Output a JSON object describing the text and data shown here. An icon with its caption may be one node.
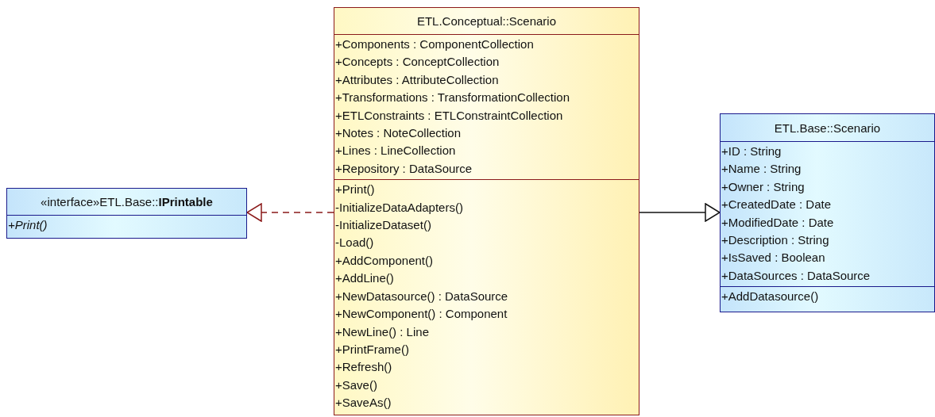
{
  "diagram": {
    "nodes": [
      {
        "text": [
          "«interface»ETL.Base::**IPrintable**",
          "*+Print()*"
        ]
      },
      {
        "text": [
          "ETL.Conceptual::Scenario",
          "+Components : ComponentCollection",
          "+Concepts : ConceptCollection",
          "+Attributes : AttributeCollection",
          "+Transformations : TransformationCollection",
          "+ETLConstraints : ETLConstraintCollection",
          "+Notes : NoteCollection",
          "+Lines : LineCollection",
          "+Repository : DataSource",
          "+Print()",
          "-InitializeDataAdapters()",
          "-InitializeDataset()",
          "-Load()",
          "+AddComponent()",
          "+AddLine()",
          "+NewDatasource() : DataSource",
          "+NewComponent() : Component",
          "+NewLine() : Line",
          "+PrintFrame()",
          "+Refresh()",
          "+Save()",
          "+SaveAs()"
        ]
      },
      {
        "text": [
          "ETL.Base::Scenario",
          "+ID : String",
          "+Name : String",
          "+Owner : String",
          "+CreatedDate : Date",
          "+ModifiedDate : Date",
          "+Description : String",
          "+IsSaved : Boolean",
          "+DataSources : DataSource",
          "+AddDatasource()"
        ]
      }
    ],
    "edges": [
      {
        "from": 1,
        "to": 0,
        "arrow": "to",
        "style": "dashed",
        "color": "#8b1a1a"
      },
      {
        "from": 1,
        "to": 2,
        "arrow": "to",
        "color": "#111111"
      }
    ]
  }
}
